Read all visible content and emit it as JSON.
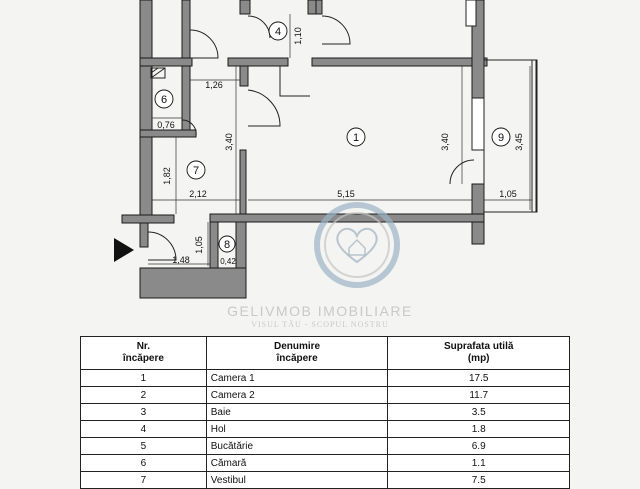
{
  "floor_plan": {
    "room_labels": [
      "1",
      "4",
      "6",
      "7",
      "8",
      "9"
    ],
    "dimensions": [
      "1,10",
      "1,26",
      "0,76",
      "3,40",
      "3,40",
      "3,45",
      "1,82",
      "2,12",
      "5,15",
      "1,05",
      "1,05",
      "1,48",
      "0,42"
    ]
  },
  "branding": {
    "name": "GELIVMOB IMOBILIARE",
    "tagline": "VISUL TĂU - SCOPUL NOSTRU"
  },
  "table": {
    "headers": {
      "nr_line1": "Nr.",
      "nr_line2": "încăpere",
      "name_line1": "Denumire",
      "name_line2": "încăpere",
      "area_line1": "Suprafata utilă",
      "area_line2": "(mp)"
    },
    "rows": [
      {
        "nr": "1",
        "name": "Camera 1",
        "area": "17.5"
      },
      {
        "nr": "2",
        "name": "Camera 2",
        "area": "11.7"
      },
      {
        "nr": "3",
        "name": "Baie",
        "area": "3.5"
      },
      {
        "nr": "4",
        "name": "Hol",
        "area": "1.8"
      },
      {
        "nr": "5",
        "name": "Bucătărie",
        "area": "6.9"
      },
      {
        "nr": "6",
        "name": "Cămară",
        "area": "1.1"
      },
      {
        "nr": "7",
        "name": "Vestibul",
        "area": "7.5"
      }
    ]
  },
  "colors": {
    "wall": "#8a8a8a",
    "wall_edge": "#1a1a1a",
    "watermark": "#c9c9c9",
    "watermark_accent": "#9bb4c6"
  }
}
